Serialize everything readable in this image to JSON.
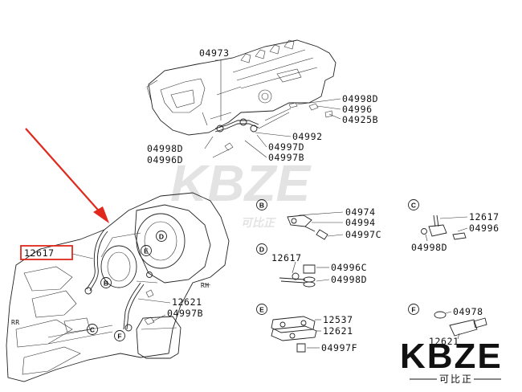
{
  "diagram": {
    "main_labels": {
      "l_04973": "04973",
      "l_04998D_top": "04998D",
      "l_04996_top": "04996",
      "l_04925B": "04925B",
      "l_04992": "04992",
      "l_04997D": "04997D",
      "l_04997B_top": "04997B",
      "l_04998D_left": "04998D",
      "l_04996D": "04996D",
      "l_12617_main": "12617",
      "l_12621_main": "12621",
      "l_04997B_main": "04997B",
      "side_rh": "RH",
      "side_rr": "RR"
    },
    "detail_b": {
      "letter": "B",
      "labels": {
        "a": "04974",
        "b": "04994",
        "c": "04997C"
      }
    },
    "detail_c": {
      "letter": "C",
      "labels": {
        "a": "12617",
        "b": "04996",
        "c": "04998D"
      }
    },
    "detail_d": {
      "letter": "D",
      "labels": {
        "a": "12617",
        "b": "04996C",
        "c": "04998D"
      }
    },
    "detail_e": {
      "letter": "E",
      "labels": {
        "a": "12537",
        "b": "12621",
        "c": "04997F"
      }
    },
    "detail_f": {
      "letter": "F",
      "labels": {
        "a": "04978",
        "b": "12621"
      }
    },
    "main_callouts": {
      "b": "B",
      "c": "C",
      "d": "D",
      "e": "E",
      "f": "F"
    },
    "highlight_color": "#e0281c"
  },
  "watermark": {
    "text": "KBZE",
    "cn": "可比正"
  },
  "logo": {
    "text": "KBZE",
    "cn": "可比正"
  }
}
